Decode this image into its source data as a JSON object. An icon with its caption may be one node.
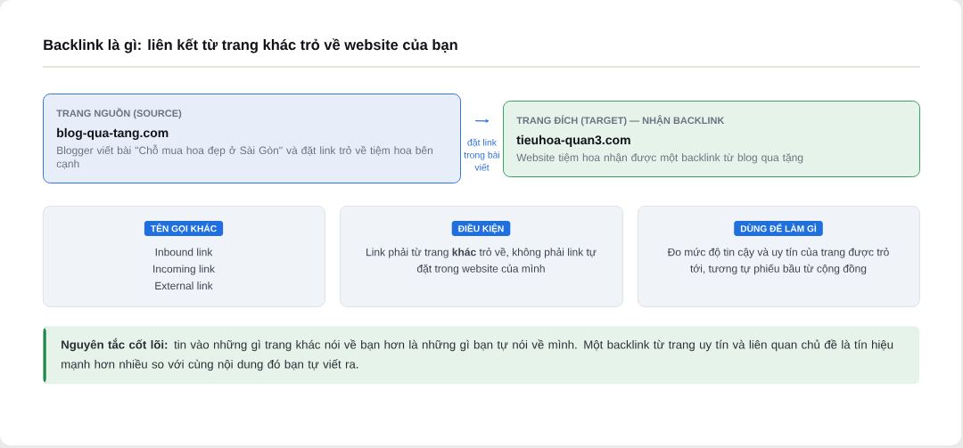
{
  "diagram": {
    "title": "Backlink là gì: liên kết từ trang khác trỏ về website của bạn",
    "nodes": [
      {
        "text": [
          "TRANG NGUỒN (SOURCE)",
          "blog-qua-tang.com",
          "Blogger viết bài \"Chỗ mua hoa đẹp ở Sài Gòn\" và đặt link trỏ về tiệm hoa bên cạnh"
        ]
      },
      {
        "text": [
          "TRANG ĐÍCH (TARGET) — NHẬN BACKLINK",
          "tieuhoa-quan3.com",
          "Website tiệm hoa nhận được một backlink từ blog qua tặng"
        ]
      },
      {
        "text": [
          "TÊN GỌI KHÁC",
          "Inbound link",
          "Incoming link",
          "External link"
        ]
      },
      {
        "text": [
          "ĐIỀU KIỆN",
          "Link phải từ trang **khác** trỏ về, không phải link tự đặt trong website của mình"
        ]
      },
      {
        "text": [
          "DÙNG ĐỂ LÀM GÌ",
          "Đo mức độ tin cậy và uy tín của trang được trỏ tới, tương tự phiếu bầu từ cộng đồng"
        ]
      },
      {
        "text": [
          "**Nguyên tắc cốt lõi:** tin vào những gì trang khác nói về bạn hơn là những gì bạn tự nói về mình. Một backlink từ trang uy tín và liên quan chủ đề là tín hiệu mạnh hơn nhiều so với cùng nội dung đó bạn tự viết ra."
        ]
      }
    ],
    "edges": [
      {
        "from": 0,
        "to": 1,
        "arrow": "to",
        "label": "đặt link trong bài viết"
      }
    ]
  }
}
